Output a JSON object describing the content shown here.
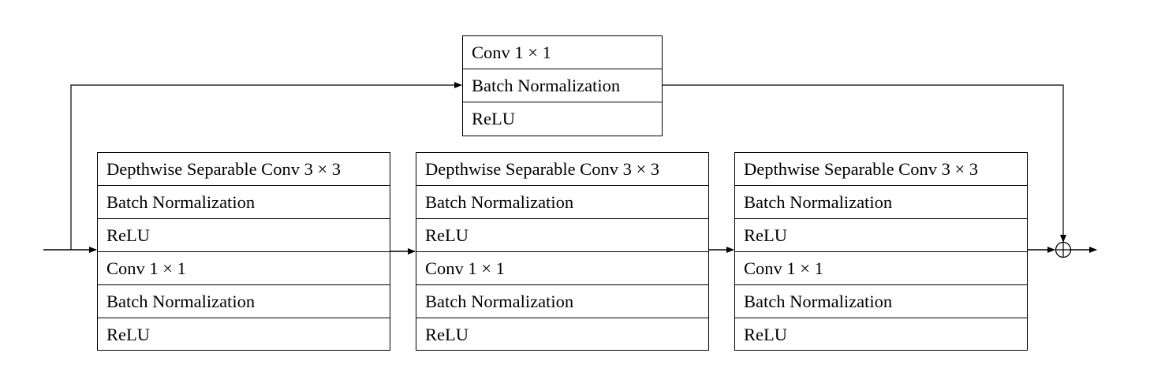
{
  "shortcut_block": {
    "rows": [
      "Conv 1 × 1",
      "Batch Normalization",
      "ReLU"
    ]
  },
  "main_blocks": [
    {
      "rows": [
        "Depthwise Separable Conv 3 × 3",
        "Batch Normalization",
        "ReLU",
        "Conv 1 × 1",
        "Batch Normalization",
        "ReLU"
      ]
    },
    {
      "rows": [
        "Depthwise Separable Conv 3 × 3",
        "Batch Normalization",
        "ReLU",
        "Conv 1 × 1",
        "Batch Normalization",
        "ReLU"
      ]
    },
    {
      "rows": [
        "Depthwise Separable Conv 3 × 3",
        "Batch Normalization",
        "ReLU",
        "Conv 1 × 1",
        "Batch Normalization",
        "ReLU"
      ]
    }
  ],
  "sum_node": {
    "icon": "circled-plus-icon"
  },
  "colors": {
    "line": "#000000",
    "background": "#ffffff"
  }
}
